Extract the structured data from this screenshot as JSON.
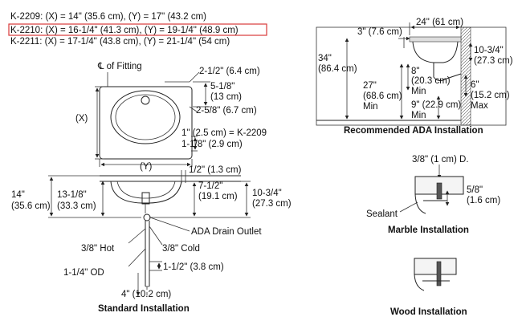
{
  "models": [
    "K-2209: (X) = 14\" (35.6 cm), (Y) = 17\" (43.2 cm)",
    "K-2210: (X) = 16-1/4\" (41.3 cm), (Y) = 19-1/4\" (48.9 cm)",
    "K-2211: (X) = 17-1/4\" (43.8 cm), (Y) = 21-1/4\" (54 cm)"
  ],
  "highlight_color": "#d93a3a",
  "top_view": {
    "centerline": "℄ of Fitting",
    "d1": "2-1/2\" (6.4 cm)",
    "d2a": "5-1/8\"",
    "d2b": "(13 cm)",
    "d3": "2-5/8\" (6.7 cm)",
    "x_label": "(X)",
    "y_label": "(Y)",
    "d4": "1\" (2.5 cm) = K-2209",
    "d5": "1-1/8\" (2.9 cm)"
  },
  "side_view": {
    "h1a": "14\"",
    "h1b": "(35.6 cm)",
    "h2a": "13-1/8\"",
    "h2b": "(33.3 cm)",
    "d_top": "1/2\" (1.3 cm)",
    "d_mid_a": "7-1/2\"",
    "d_mid_b": "(19.1 cm)",
    "d_right_a": "10-3/4\"",
    "d_right_b": "(27.3 cm)",
    "ada_drain": "ADA Drain Outlet",
    "cold": "3/8\" Cold",
    "hot": "3/8\" Hot",
    "od": "1-1/4\" OD",
    "d_bot": "1-1/2\" (3.8 cm)",
    "d_floor": "4\" (10.2 cm)",
    "caption": "Standard Installation"
  },
  "ada": {
    "w_top": "24\" (61 cm)",
    "d_left": "3\" (7.6 cm)",
    "h_total_a": "34\"",
    "h_total_b": "(86.4 cm)",
    "h_mid_a": "27\"",
    "h_mid_b": "(68.6 cm)",
    "h_mid_c": "Min",
    "r1a": "10-3/4\"",
    "r1b": "(27.3 cm)",
    "c1a": "8\"",
    "c1b": "(20.3 cm)",
    "c1c": "Min",
    "r2a": "6\"",
    "r2b": "(15.2 cm)",
    "r2c": "Max",
    "c2a": "9\" (22.9 cm)",
    "c2b": "Min",
    "caption": "Recommended ADA Installation"
  },
  "marble": {
    "d_top": "3/8\" (1 cm) D.",
    "d_side_a": "5/8\"",
    "d_side_b": "(1.6 cm)",
    "sealant": "Sealant",
    "caption": "Marble Installation"
  },
  "wood": {
    "caption": "Wood Installation"
  }
}
